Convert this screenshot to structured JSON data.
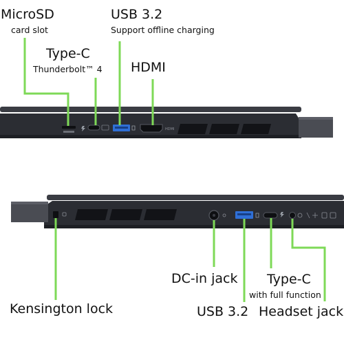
{
  "colors": {
    "accent_line": "#7ED957",
    "chassis": "#2b2d33",
    "usb_blue": "#2f6fd6",
    "label_text": "#111111"
  },
  "top_view": {
    "labels": {
      "microsd_title": "MicroSD",
      "microsd_sub": "card slot",
      "usb_title": "USB 3.2",
      "usb_sub": "Support offline charging",
      "typec_title": "Type-C",
      "typec_sub": "Thunderbolt™ 4",
      "hdmi_title": "HDMI"
    },
    "port_text": {
      "hdmi_port_mark": "HDMI"
    }
  },
  "bottom_view": {
    "labels": {
      "dcin": "DC-in jack",
      "typec_title": "Type-C",
      "typec_sub": "with full function",
      "kensington": "Kensington lock",
      "usb": "USB 3.2",
      "headset": "Headset jack"
    }
  },
  "icons": [
    "microsd-icon",
    "thunderbolt-icon",
    "usb-icon",
    "hdmi-icon",
    "lock-icon",
    "dc-in-icon",
    "headset-icon",
    "led-indicator-icons"
  ]
}
